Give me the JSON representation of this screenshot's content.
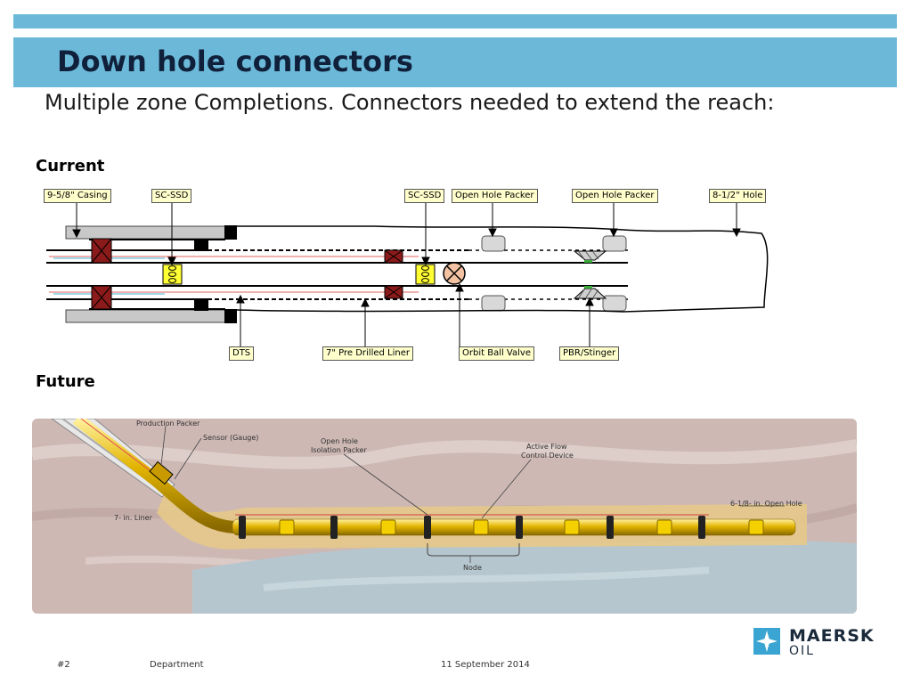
{
  "slide": {
    "title": "Down hole connectors",
    "bullet": "Multiple zone Completions. Connectors needed to extend the reach:",
    "section_current": "Current",
    "section_future": "Future"
  },
  "current_diagram": {
    "labels": {
      "casing": "9-5/8\" Casing",
      "sc_ssd_1": "SC-SSD",
      "sc_ssd_2": "SC-SSD",
      "oh_packer_1": "Open Hole Packer",
      "oh_packer_2": "Open Hole Packer",
      "hole": "8-1/2\" Hole",
      "dts": "DTS",
      "liner": "7\" Pre Drilled Liner",
      "orbit_valve": "Orbit Ball Valve",
      "pbr": "PBR/Stinger"
    }
  },
  "future_diagram": {
    "labels": {
      "production_packer": "Production Packer",
      "sensor": "Sensor (Gauge)",
      "oh_isolation_1": "Open Hole",
      "oh_isolation_2": "Isolation Packer",
      "afcd_1": "Active Flow",
      "afcd_2": "Control Device",
      "liner": "7- in. Liner",
      "open_hole": "6-1/8- in. Open Hole",
      "node": "Node"
    }
  },
  "footer": {
    "slide_number": "#2",
    "department": "Department",
    "date": "11 September 2014"
  },
  "logo": {
    "brand": "MAERSK",
    "sub": "OIL",
    "color": "#3aa5d2"
  },
  "colors": {
    "header": "#6bb8d8",
    "title_text": "#10203a",
    "label_fill": "#ffffcc",
    "crossover": "#8b1a1a",
    "tubing_yellow": "#e2b400"
  }
}
